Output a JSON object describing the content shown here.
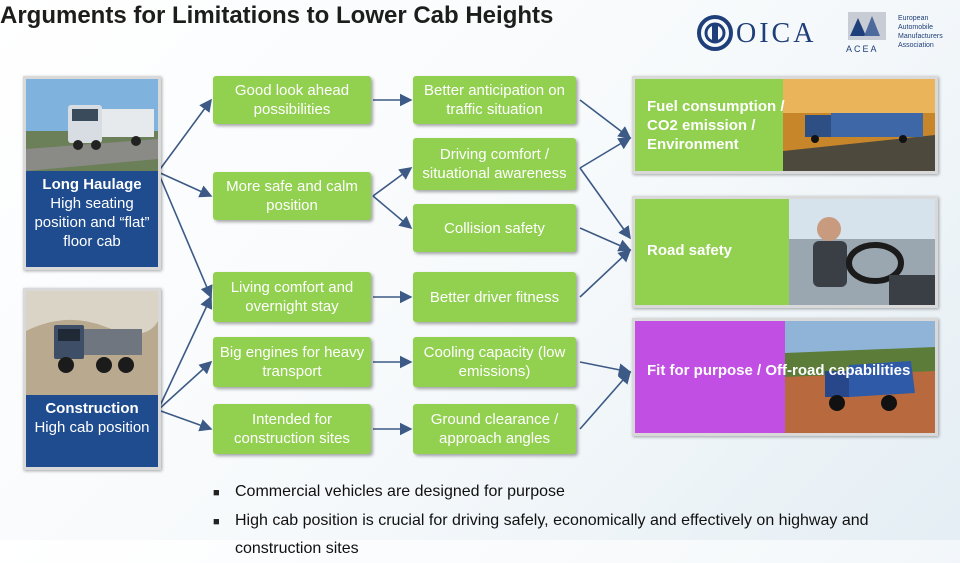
{
  "title": "Arguments for Limitations to Lower Cab Heights",
  "logos": {
    "oica_text": "OICA",
    "acea_text": "ACEA",
    "acea_name": "European Automobile Manufacturers Association"
  },
  "left_cards": [
    {
      "bold": "Long Haulage",
      "text": "High seating position and “flat” floor cab"
    },
    {
      "bold": "Construction",
      "text": "High cab position"
    }
  ],
  "green_boxes": {
    "good_look": "Good look ahead possibilities",
    "safe_calm": "More safe and calm position",
    "living_comfort": "Living comfort and overnight stay",
    "big_engines": "Big engines for heavy transport",
    "construction_sites": "Intended for construction sites",
    "anticipation": "Better anticipation on traffic situation",
    "driving_comfort": "Driving comfort / situational awareness",
    "collision": "Collision safety",
    "driver_fitness": "Better driver fitness",
    "cooling": "Cooling capacity (low emissions)",
    "ground_clearance": "Ground clearance / approach angles"
  },
  "right_cards": {
    "fuel": "Fuel consumption / CO2 emission / Environment",
    "road": "Road safety",
    "purpose": "Fit for purpose / Off-road capabilities"
  },
  "colors": {
    "card_blue": "#1f4c8f",
    "box_green": "#92d050",
    "purpose_purple": "#c24fe3",
    "arrow": "#3c5a85"
  },
  "bullets": [
    "Commercial vehicles are designed for purpose",
    "High cab position is crucial for driving safely, economically and effectively on highway and construction sites"
  ]
}
